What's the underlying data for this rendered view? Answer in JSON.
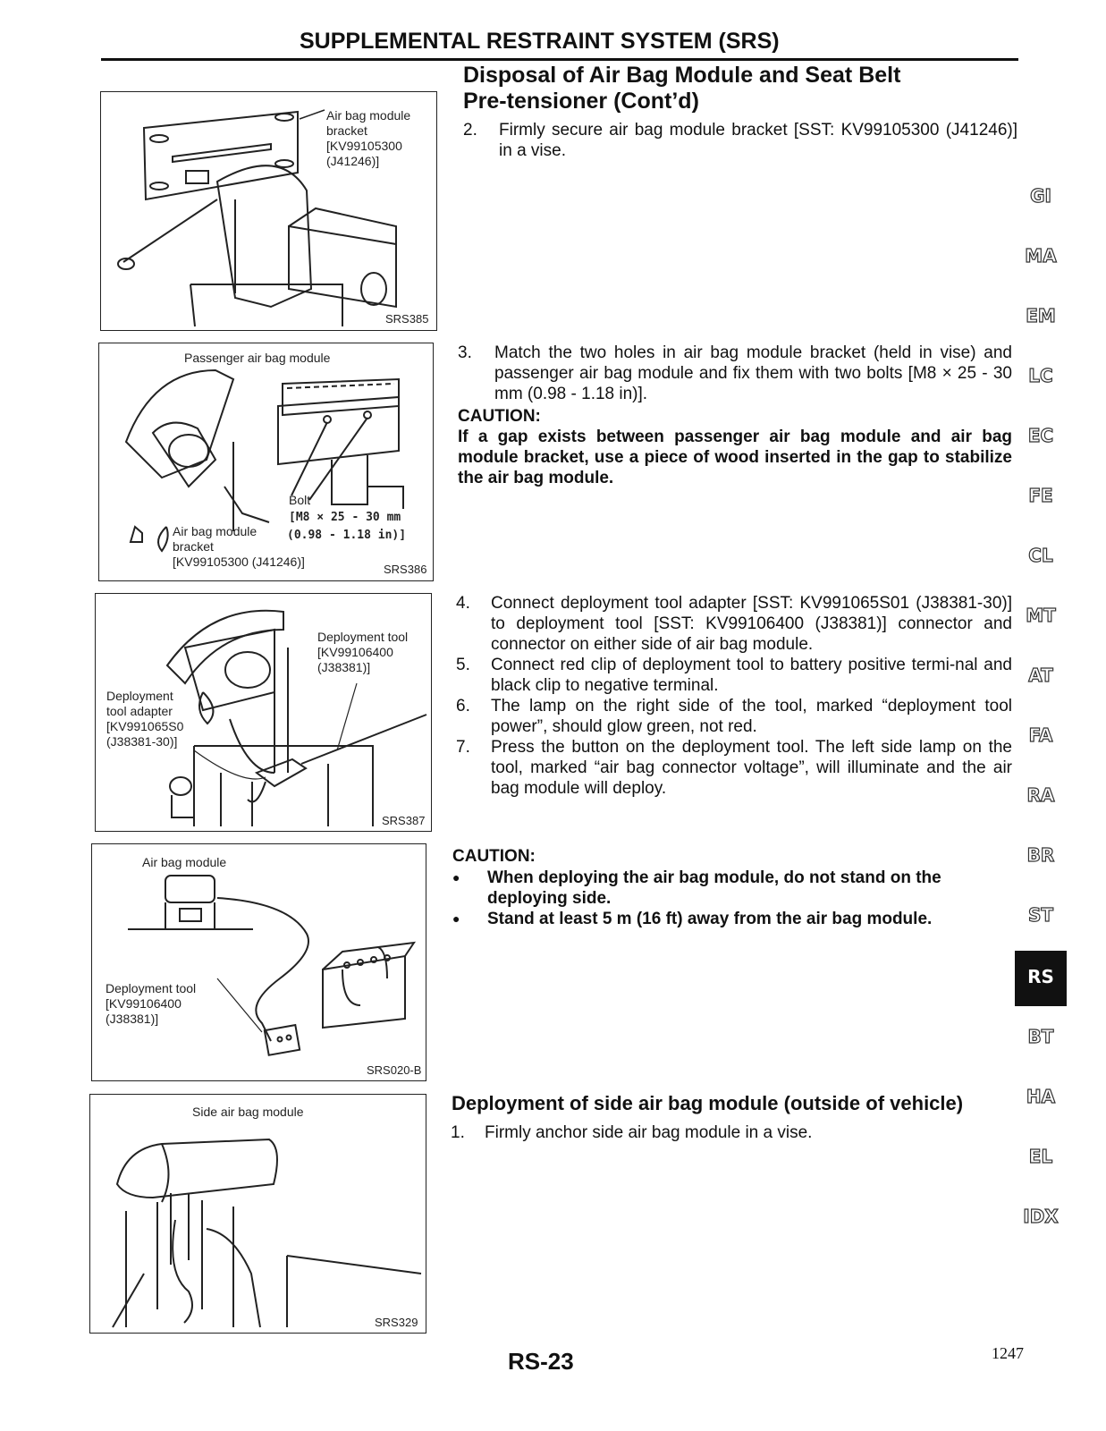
{
  "header": {
    "section_title": "SUPPLEMENTAL RESTRAINT SYSTEM (SRS)",
    "page_title_line1": "Disposal of Air Bag Module and Seat Belt",
    "page_title_line2": "Pre-tensioner (Cont’d)"
  },
  "steps": {
    "s2": {
      "num": "2.",
      "text": "Firmly secure air bag module bracket [SST: KV99105300 (J41246)] in a vise."
    },
    "s3": {
      "num": "3.",
      "text": "Match the two holes in air bag module bracket (held in vise) and passenger air bag module and fix them with two bolts [M8 × 25 - 30 mm (0.98 - 1.18 in)]."
    },
    "caution1_head": "CAUTION:",
    "caution1_body": "If a gap exists between passenger air bag module and air bag module bracket, use a piece of wood inserted in the gap to stabilize the air bag module.",
    "s4": {
      "num": "4.",
      "text": "Connect deployment tool adapter [SST: KV991065S01 (J38381-30)] to deployment tool [SST: KV99106400 (J38381)] connector and connector on either side of air bag module."
    },
    "s5": {
      "num": "5.",
      "text": "Connect red clip of deployment tool to battery positive termi-nal and black clip to negative terminal."
    },
    "s6": {
      "num": "6.",
      "text": "The lamp on the right side of the tool, marked “deployment tool power”, should glow green, not red."
    },
    "s7": {
      "num": "7.",
      "text": "Press the button on the deployment tool. The left side lamp on the tool, marked “air bag connector voltage”, will illuminate and the air bag module will deploy."
    },
    "caution2_head": "CAUTION:",
    "caution2_b1": "When deploying the air bag module, do not stand on the deploying side.",
    "caution2_b2": "Stand at least 5 m (16 ft) away from the air bag module.",
    "side_title": "Deployment of side air bag module (outside of vehicle)",
    "s1": {
      "num": "1.",
      "text": "Firmly anchor side air bag module in a vise."
    }
  },
  "figures": {
    "f1": {
      "label": "Air bag module\nbracket\n[KV99105300\n(J41246)]",
      "code": "SRS385"
    },
    "f2": {
      "label_top": "Passenger air bag module",
      "bolt_1": "Bolt",
      "bolt_2": "[M8 × 25 - 30 mm",
      "bolt_3": "(0.98 - 1.18 in)]",
      "bracket": "Air bag module\nbracket\n[KV99105300 (J41246)]",
      "code": "SRS386"
    },
    "f3": {
      "tool": "Deployment tool\n[KV99106400\n(J38381)]",
      "adapter": "Deployment\ntool adapter\n[KV991065S0\n(J38381-30)]",
      "code": "SRS387"
    },
    "f4": {
      "label_top": "Air bag module",
      "tool": "Deployment tool\n[KV99106400\n(J38381)]",
      "code": "SRS020-B"
    },
    "f5": {
      "label_top": "Side air bag module",
      "code": "SRS329"
    }
  },
  "tabs": [
    "GI",
    "MA",
    "EM",
    "LC",
    "EC",
    "FE",
    "CL",
    "MT",
    "AT",
    "FA",
    "RA",
    "BR",
    "ST",
    "RS",
    "BT",
    "HA",
    "EL",
    "IDX"
  ],
  "active_tab": "RS",
  "footer": {
    "code": "RS-23",
    "page": "1247"
  }
}
